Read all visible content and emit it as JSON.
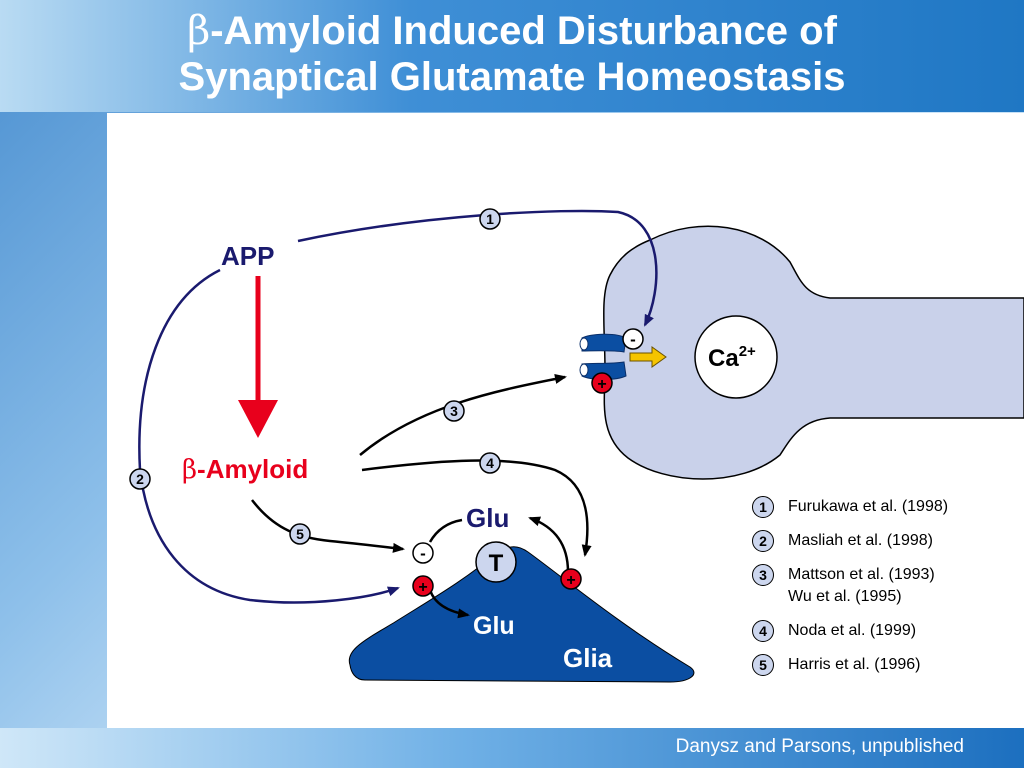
{
  "title": {
    "beta": "β",
    "line1_rest": "-Amyloid Induced Disturbance of",
    "line2": "Synaptical Glutamate Homeostasis"
  },
  "diagram": {
    "app": "APP",
    "beta": "β",
    "amyloid_rest": "-Amyloid",
    "ca": "Ca",
    "ca_charge": "2+",
    "glu_top": "Glu",
    "transporter": "T",
    "glu_bottom": "Glu",
    "glia": "Glia",
    "minus": "-",
    "plus": "+",
    "markers": [
      "1",
      "2",
      "3",
      "4",
      "5"
    ]
  },
  "references": [
    {
      "num": "1",
      "text": "Furukawa et al. (1998)"
    },
    {
      "num": "2",
      "text": "Masliah et al. (1998)"
    },
    {
      "num": "3",
      "text": "Mattson et al. (1993)\nWu et al. (1995)"
    },
    {
      "num": "4",
      "text": "Noda et al. (1999)"
    },
    {
      "num": "5",
      "text": "Harris et al. (1996)"
    }
  ],
  "credit": "Danysz and Parsons, unpublished",
  "colors": {
    "navy": "#1a1a6e",
    "red": "#e8001c",
    "glia_blue": "#0b4ea2",
    "neuron_fill": "#c9d1ea",
    "arrow_yellow": "#f5c400"
  }
}
